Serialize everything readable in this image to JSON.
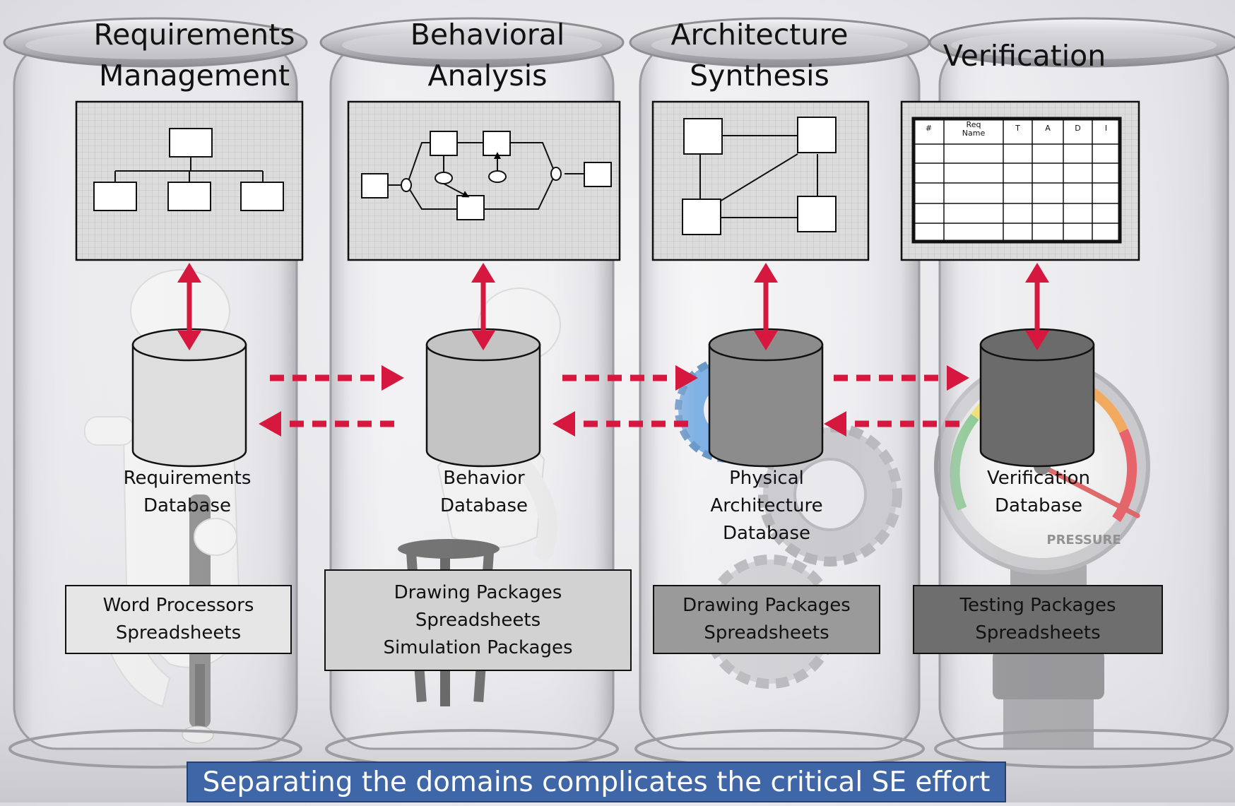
{
  "columns": [
    {
      "title": [
        "Requirements",
        "Management"
      ],
      "database": [
        "Requirements",
        "Database"
      ],
      "tools": [
        "Word Processors",
        "Spreadsheets"
      ]
    },
    {
      "title": [
        "Behavioral",
        "Analysis"
      ],
      "database": [
        "Behavior",
        "Database"
      ],
      "tools": [
        "Drawing Packages",
        "Spreadsheets",
        "Simulation Packages"
      ]
    },
    {
      "title": [
        "Architecture",
        "Synthesis"
      ],
      "database": [
        "Physical",
        "Architecture",
        "Database"
      ],
      "tools": [
        "Drawing Packages",
        "Spreadsheets"
      ]
    },
    {
      "title": [
        "Verification"
      ],
      "database": [
        "Verification",
        "Database"
      ],
      "tools": [
        "Testing Packages",
        "Spreadsheets"
      ]
    }
  ],
  "verification_table": {
    "headers": [
      "#",
      "Req Name",
      "T",
      "A",
      "D",
      "I"
    ],
    "empty_rows": 5
  },
  "gauge_label": "PRESSURE",
  "banner": "Separating the domains complicates the critical SE effort",
  "colors": {
    "arrow": "#d6183f",
    "banner": "#3f67a8",
    "grid_bg": "#dcdcdc",
    "db_light": "#dedede",
    "db_medium": "#c4c4c4",
    "db_dark": "#8c8c8c",
    "db_darkest": "#6b6b6b"
  },
  "icons": [
    "stick-figure-with-wrench",
    "stick-figure-sitting-on-stool",
    "gears",
    "pressure-gauge"
  ]
}
